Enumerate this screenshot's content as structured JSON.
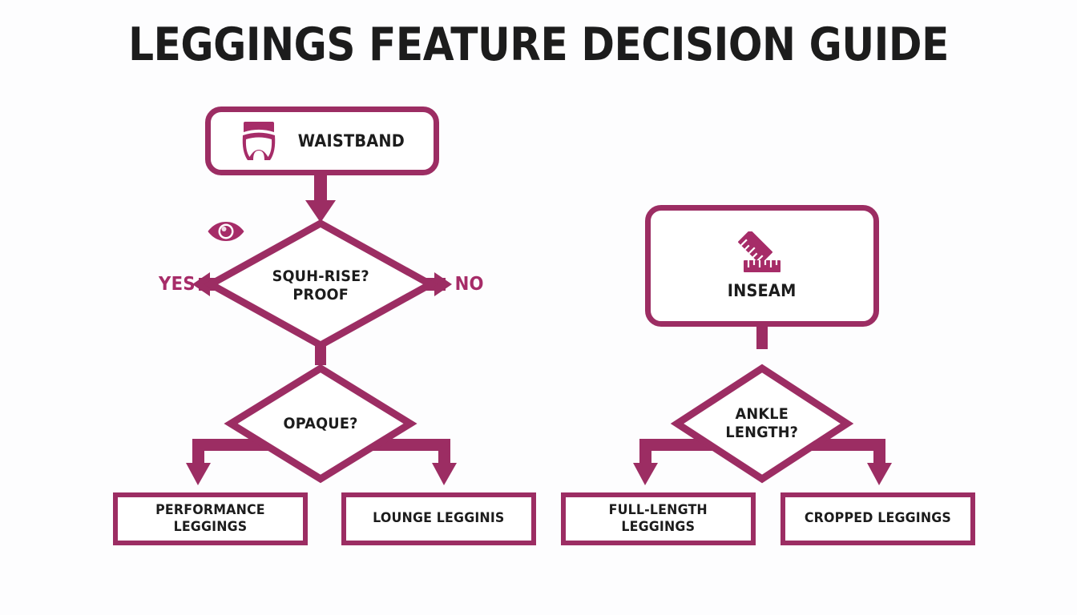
{
  "page": {
    "title": "LEGGINGS FEATURE DECISION GUIDE",
    "background_color": "#fdfdfe",
    "accent_color": "#9c2d63",
    "label_color": "#a62c68",
    "text_color": "#1c1c1c"
  },
  "diagram": {
    "type": "flowchart",
    "branches": [
      {
        "name": "waistband-branch",
        "root": {
          "id": "waistband",
          "shape": "rounded-box",
          "label": "WAISTBAND",
          "icon": "briefs-icon"
        },
        "decisions": [
          {
            "id": "squat-proof",
            "shape": "diamond",
            "label": "SQUH-RISE?\nPROOF",
            "icon": "eye-icon",
            "edge_labels": {
              "left": "YES",
              "right": "NO"
            }
          },
          {
            "id": "opaque",
            "shape": "diamond",
            "label": "OPAQUE?",
            "icon": null,
            "edge_labels": {
              "left": "",
              "right": ""
            }
          }
        ],
        "outcomes": [
          {
            "id": "performance-leggings",
            "shape": "box",
            "label": "PERFORMANCE\nLEGGINGS"
          },
          {
            "id": "lounge-legginis",
            "shape": "box",
            "label": "LOUNGE LEGGINIS"
          }
        ]
      },
      {
        "name": "inseam-branch",
        "root": {
          "id": "inseam",
          "shape": "rounded-box",
          "label": "INSEAM",
          "icon": "ruler-icon"
        },
        "decisions": [
          {
            "id": "ankle-length",
            "shape": "diamond",
            "label": "ANKLE\nLENGTH?",
            "icon": null,
            "edge_labels": {
              "left": "",
              "right": ""
            }
          }
        ],
        "outcomes": [
          {
            "id": "full-length-leggings",
            "shape": "box",
            "label": "FULL-LENGTH\nLEGGINGS"
          },
          {
            "id": "cropped-leggings",
            "shape": "box",
            "label": "CROPPED LEGGINGS"
          }
        ]
      }
    ]
  }
}
